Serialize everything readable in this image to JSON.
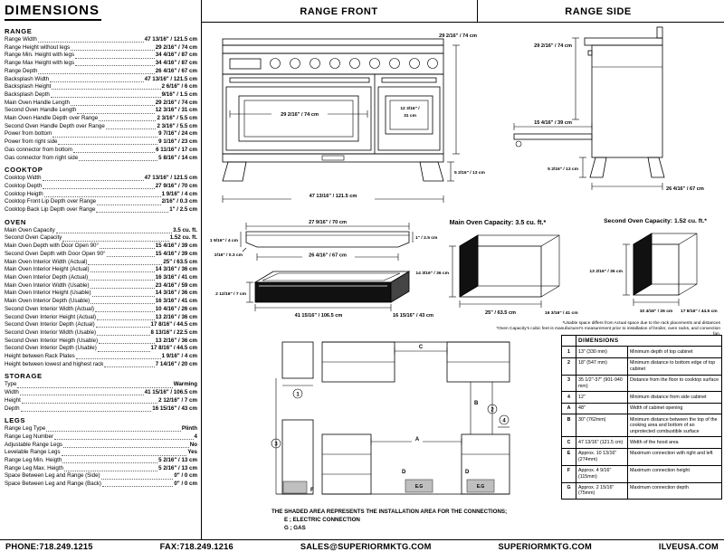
{
  "page_title": "DIMENSIONS",
  "specs": {
    "range": {
      "heading": "RANGE",
      "rows": [
        {
          "label": "Range Width",
          "value": "47 13/16\" / 121.5 cm"
        },
        {
          "label": "Range Height without legs",
          "value": "29 2/16\" / 74 cm"
        },
        {
          "label": "Range Min. Height with legs",
          "value": "34 4/16\" / 87 cm"
        },
        {
          "label": "Range Max Height with legs",
          "value": "34 4/16\" / 87 cm"
        },
        {
          "label": "Range Depth",
          "value": "26 4/16\" / 67 cm"
        },
        {
          "label": "Backsplash Width",
          "value": "47 13/16\" / 121.5 cm"
        },
        {
          "label": "Backsplash Height",
          "value": "2 6/16\" / 6 cm"
        },
        {
          "label": "Backsplash Depth",
          "value": "9/16\" / 1.5 cm"
        },
        {
          "label": "Main Oven Handle Length",
          "value": "29 2/16\" / 74 cm"
        },
        {
          "label": "Second Oven Handle Length",
          "value": "12 3/16\" / 31 cm"
        },
        {
          "label": "Main Oven Handle Depth over Range",
          "value": "2 3/16\" / 5.5 cm"
        },
        {
          "label": "Second Oven Handle Depth over Range",
          "value": "2 3/16\" / 5.5 cm"
        },
        {
          "label": "Power from bottom",
          "value": "9 7/16\" / 24 cm"
        },
        {
          "label": "Power from right side",
          "value": "9 1/16\" / 23 cm"
        },
        {
          "label": "Gas connector from bottom",
          "value": "6 11/16\" / 17 cm"
        },
        {
          "label": "Gas connector from right side",
          "value": "5 8/16\" / 14 cm"
        }
      ]
    },
    "cooktop": {
      "heading": "COOKTOP",
      "rows": [
        {
          "label": "Cooktop Width",
          "value": "47 13/16\" / 121.5 cm"
        },
        {
          "label": "Cooktop Depth",
          "value": "27 9/16\" / 70 cm"
        },
        {
          "label": "Cooktop Heigth",
          "value": "1 9/16\" / 4 cm"
        },
        {
          "label": "Cooktop Front Lip Depth over Range",
          "value": "2/16\" / 0.3 cm"
        },
        {
          "label": "Cooktop Back Lip Depth over Range",
          "value": "1\" / 2.5 cm"
        }
      ]
    },
    "oven": {
      "heading": "OVEN",
      "rows": [
        {
          "label": "Main Oven Capacity",
          "value": "3.5 cu. ft."
        },
        {
          "label": "Second Oven Capacity",
          "value": "1.52 cu. ft."
        },
        {
          "label": "Main Oven Depth with Door Open 90°",
          "value": "15 4/16\" / 39 cm"
        },
        {
          "label": "Second Oven Depth with Door Open 90°",
          "value": "15 4/16\" / 39 cm"
        },
        {
          "label": "Main Oven Interior Width (Actual)",
          "value": "25\" / 63.5 cm"
        },
        {
          "label": "Main Oven Interior Height (Actual)",
          "value": "14 3/16\" / 36 cm"
        },
        {
          "label": "Main Oven Interior Depth (Actual)",
          "value": "16 3/16\" / 41 cm"
        },
        {
          "label": "Main Oven Interior Width (Usable)",
          "value": "23 4/16\" / 59 cm"
        },
        {
          "label": "Main Oven Interior Height (Usable)",
          "value": "14 3/16\" / 36 cm"
        },
        {
          "label": "Main Oven Interior Depth (Usable)",
          "value": "16 3/16\" / 41 cm"
        },
        {
          "label": "Second Oven Interior Width (Actual)",
          "value": "10 4/16\" / 26 cm"
        },
        {
          "label": "Second Oven Interior Height (Actual)",
          "value": "13 2/16\" / 36 cm"
        },
        {
          "label": "Second Oven Interior Depth (Actual)",
          "value": "17 8/16\" / 44.5 cm"
        },
        {
          "label": "Second Oven Interior Width (Usable)",
          "value": "8 13/16\" / 22.5 cm"
        },
        {
          "label": "Second Oven Interior Heigth (Usable)",
          "value": "13 2/16\" / 36 cm"
        },
        {
          "label": "Second Oven Interior Depth (Usable)",
          "value": "17 8/16\" / 44.5 cm"
        },
        {
          "label": "Height between Rack Plates",
          "value": "1 9/16\" / 4 cm"
        },
        {
          "label": "Height between lowest and highest rack",
          "value": "7 14/16\" / 20 cm"
        }
      ]
    },
    "storage": {
      "heading": "STORAGE",
      "rows": [
        {
          "label": "Type",
          "value": "Warming"
        },
        {
          "label": "Width",
          "value": "41 15/16\" / 106.5 cm"
        },
        {
          "label": "Height",
          "value": "2 12/16\" / 7 cm"
        },
        {
          "label": "Depth",
          "value": "16 15/16\" / 43 cm"
        }
      ]
    },
    "legs": {
      "heading": "LEGS",
      "rows": [
        {
          "label": "Range Leg Type",
          "value": "Plinth"
        },
        {
          "label": "Range Leg Number",
          "value": "4"
        },
        {
          "label": "Adjustable Range Legs",
          "value": "No"
        },
        {
          "label": "Levelable Range Legs",
          "value": "Yes"
        },
        {
          "label": "Range Leg Min. Heigth",
          "value": "5 2/16\" / 13 cm"
        },
        {
          "label": "Range Leg Max. Heigth",
          "value": "5 2/16\" / 13 cm"
        },
        {
          "label": "Space Between Leg and Range (Side)",
          "value": "0\" / 0 cm"
        },
        {
          "label": "Space Between Leg and Range (Back)",
          "value": "0\" / 0 cm"
        }
      ]
    }
  },
  "front": {
    "title": "RANGE FRONT",
    "height": "29 2/16\" / 74 cm",
    "main_handle": "29 2/16\" / 74 cm",
    "second_handle_a": "12 3/16\" /",
    "second_handle_b": "31 cm",
    "width": "47 13/16\" / 121.5 cm",
    "leg": "5 2/16\" / 13 cm"
  },
  "cooktop_profile": {
    "top": "27 9/16\" / 70 cm",
    "bottom": "26 4/16\" / 67 cm",
    "height": "1 9/16\" / 4 cm",
    "back_lip": "1\" / 2.5 cm",
    "front_lip": "2/16\" / 0.3 cm"
  },
  "storage_drawing": {
    "height": "2 12/16\" / 7 cm",
    "width": "41 15/16\" / 106.5 cm",
    "depth": "16 15/16\" / 43 cm"
  },
  "side": {
    "title": "RANGE SIDE",
    "height": "29 2/16\" / 74 cm",
    "door_open": "15 4/16\" / 39 cm",
    "depth": "26 4/16\" / 67 cm",
    "leg": "5 2/16\" / 13 cm"
  },
  "capacity": {
    "main": {
      "title": "Main Oven Capacity: 3.5 cu. ft.*",
      "h": "14 3/16\" / 36 cm",
      "w": "25\" / 63.5 cm",
      "d": "16 3/16\" / 41 cm"
    },
    "second": {
      "title": "Second Oven Capacity: 1.52 cu. ft.*",
      "h": "13 2/16\" / 36 cm",
      "w": "10 4/16\" / 26 cm",
      "d": "17 8/16\" / 44.5 cm"
    },
    "note1": "*Usable space differs from Actual space due to the rack placements and distances",
    "note2": "*Oven Capacity's cubic feet is manufacturer's measurement prior to installation of broiler, oven racks, and convection fan."
  },
  "install": {
    "markers": {
      "m1": "1",
      "m2": "2",
      "m3": "3",
      "m4": "4",
      "a": "A",
      "b": "B",
      "c": "C",
      "d": "D",
      "eg": "E.G",
      "f": "F"
    },
    "note1": "THE SHADED AREA REPRESENTS THE INSTALLATION AREA FOR THE CONNECTIONS;",
    "note2": "E ; ELECTRIC CONNECTION",
    "note3": "G ; GAS"
  },
  "table": {
    "header": "DIMENSIONS",
    "rows": [
      {
        "id": "1",
        "dim": "13\" (330 mm)",
        "desc": "Minimum depth of top cabinet"
      },
      {
        "id": "2",
        "dim": "18\" (547 mm)",
        "desc": "Minimum distance to bottom edge of top cabinet"
      },
      {
        "id": "3",
        "dim": "35 1/2\"-37\" (901-940 mm)",
        "desc": "Distance from the floor to cooktop surface"
      },
      {
        "id": "4",
        "dim": "12\"",
        "desc": "Minimum distance from side cabinet"
      },
      {
        "id": "A",
        "dim": "48\"",
        "desc": "Width of cabinet opening"
      },
      {
        "id": "B",
        "dim": "30\" (762mm)",
        "desc": "Minimum distance between the top of the cooking area and bottom of an unprotected combustible surface"
      },
      {
        "id": "C",
        "dim": "47 13/16\" (121.5 cm)",
        "desc": "Width of the hood area"
      },
      {
        "id": "E",
        "dim": "Approx. 10 13/16\" (274mm)",
        "desc": "Maximum connection with right and left"
      },
      {
        "id": "F",
        "dim": "Approx. 4 9/16\" (115mm)",
        "desc": "Maximum connection height"
      },
      {
        "id": "G",
        "dim": "Approx. 2 15/16\" (75mm)",
        "desc": "Maximum connection depth"
      }
    ]
  },
  "footer": {
    "phone": "PHONE:718.249.1215",
    "fax": "FAX:718.249.1216",
    "email": "SALES@SUPERIORMKTG.COM",
    "site": "SUPERIORMKTG.COM",
    "site2": "ILVEUSA.COM"
  }
}
